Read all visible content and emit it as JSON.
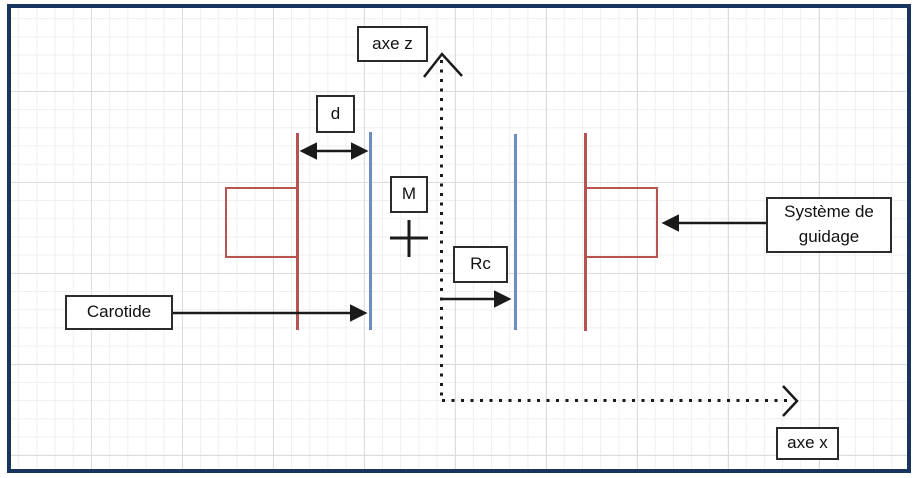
{
  "diagram": {
    "labels": {
      "axe_z": "axe z",
      "axe_x": "axe x",
      "d": "d",
      "m": "M",
      "rc": "Rc",
      "carotide": "Carotide",
      "systeme_guidage": "Système de guidage"
    },
    "colors": {
      "frame_border": "#17355e",
      "guidage_red": "#b85450",
      "carotide_blue": "#6c8ebf",
      "ink": "#1a1a1a",
      "grid_minor": "#efefef",
      "grid_major": "#dcdcdc"
    }
  }
}
